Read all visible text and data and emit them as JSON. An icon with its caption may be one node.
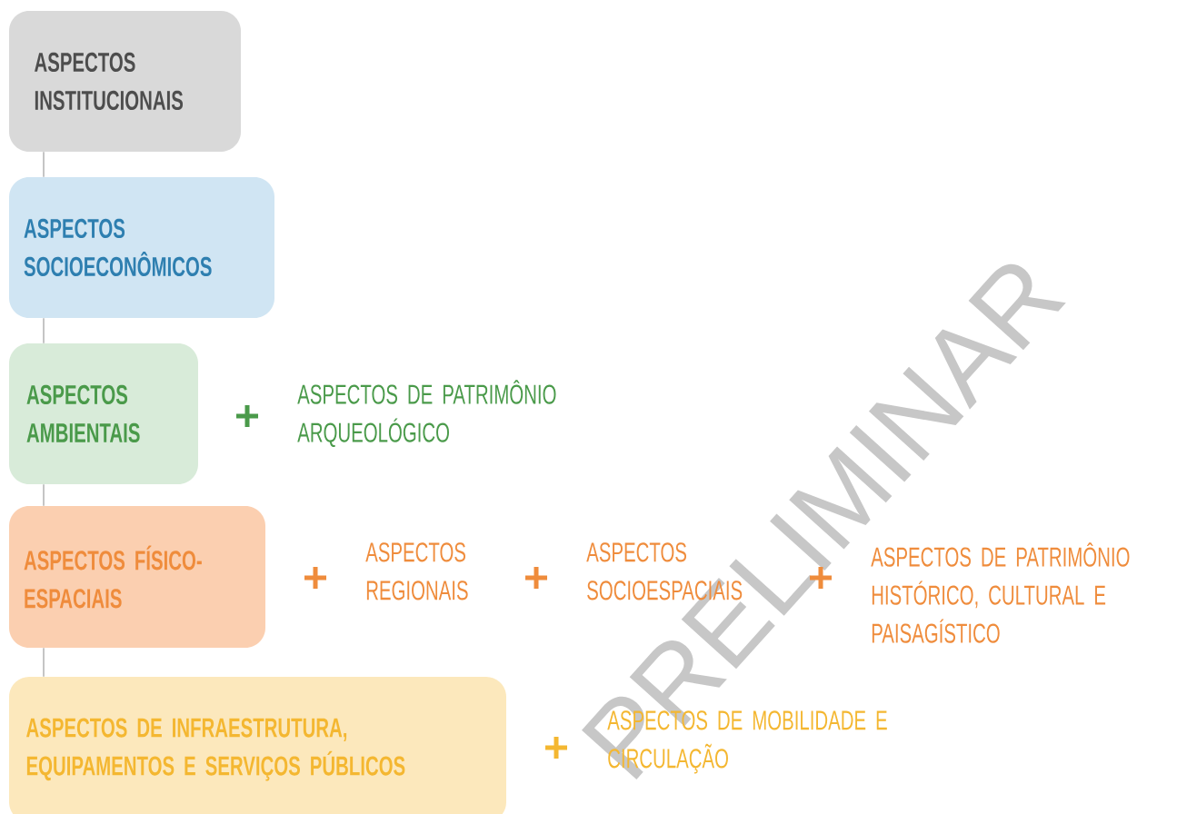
{
  "diagram": {
    "nodes": [
      {
        "text": [
          "ASPECTOS INSTITUCIONAIS"
        ]
      },
      {
        "text": [
          "ASPECTOS SOCIOECONÔMICOS"
        ]
      },
      {
        "text": [
          "ASPECTOS AMBIENTAIS"
        ]
      },
      {
        "text": [
          "ASPECTOS FÍSICO-ESPACIAIS"
        ]
      },
      {
        "text": [
          "ASPECTOS DE INFRAESTRUTURA, EQUIPAMENTOS E SERVIÇOS PÚBLICOS"
        ]
      }
    ],
    "edges": [
      {
        "from": 0,
        "to": 1,
        "arrow": "none"
      },
      {
        "from": 1,
        "to": 2,
        "arrow": "none"
      },
      {
        "from": 2,
        "to": 3,
        "arrow": "none"
      },
      {
        "from": 3,
        "to": 4,
        "arrow": "none"
      }
    ],
    "labels": [
      "ASPECTOS DE PATRIMÔNIO ARQUEOLÓGICO",
      "ASPECTOS REGIONAIS",
      "ASPECTOS SOCIOESPACIAIS",
      "ASPECTOS DE PATRIMÔNIO HISTÓRICO, CULTURAL E PAISAGÍSTICO",
      "ASPECTOS DE MOBILIDADE E CIRCULAÇÃO",
      "PRELIMINAR"
    ]
  }
}
